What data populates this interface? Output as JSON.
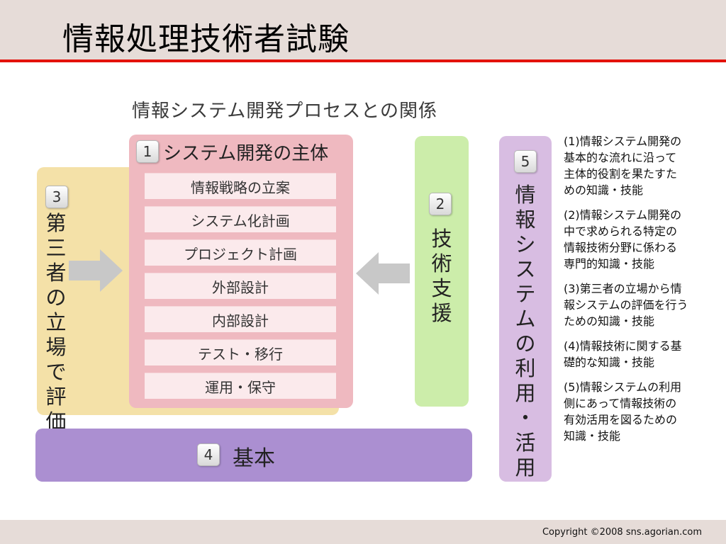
{
  "header": {
    "title": "情報処理技術者試験"
  },
  "diagram": {
    "title": "情報システム開発プロセスとの関係",
    "box1": {
      "number": "1",
      "title": "システム開発の主体",
      "items": [
        "情報戦略の立案",
        "システム化計画",
        "プロジェクト計画",
        "外部設計",
        "内部設計",
        "テスト・移行",
        "運用・保守"
      ]
    },
    "box2": {
      "number": "2",
      "label": [
        "技",
        "術",
        "支",
        "援"
      ]
    },
    "box3": {
      "number": "3",
      "label": [
        "第",
        "三",
        "者",
        "の",
        "立",
        "場",
        "で",
        "評",
        "価"
      ]
    },
    "box4": {
      "number": "4",
      "label": "基本"
    },
    "box5": {
      "number": "5",
      "label": [
        "情",
        "報",
        "シ",
        "ス",
        "テ",
        "ム",
        "の",
        "利",
        "用",
        "・",
        "活",
        "用"
      ]
    }
  },
  "notes": [
    [
      "(1)情報システム開発の",
      "基本的な流れに沿って",
      "主体的役割を果たすた",
      "めの知識・技能"
    ],
    [
      "(2)情報システム開発の",
      "中で求められる特定の",
      "情報技術分野に係わる",
      "専門的知識・技能"
    ],
    [
      "(3)第三者の立場から情",
      "報システムの評価を行う",
      "ための知識・技能"
    ],
    [
      "(4)情報技術に関する基",
      "礎的な知識・技能"
    ],
    [
      "(5)情報システムの利用",
      "側にあって情報技術の",
      "有効活用を図るための",
      "知識・技能"
    ]
  ],
  "footer": {
    "copyright": "Copyright ©2008 sns.agorian.com"
  }
}
